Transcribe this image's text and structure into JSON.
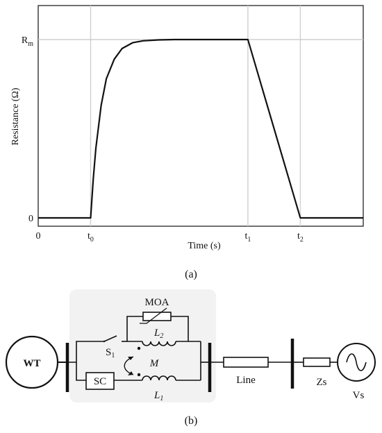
{
  "chart_data": {
    "type": "line",
    "xlabel": "Time (s)",
    "ylabel": "Resistance (Ω)",
    "x_ticks": [
      {
        "label": "0",
        "sub": "",
        "x": 0
      },
      {
        "label": "t",
        "sub": "0",
        "x": 1
      },
      {
        "label": "t",
        "sub": "1",
        "x": 4
      },
      {
        "label": "t",
        "sub": "2",
        "x": 5
      }
    ],
    "y_ticks": [
      {
        "label": "0",
        "sub": "",
        "y": 0
      },
      {
        "label": "R",
        "sub": "m",
        "y": 1
      }
    ],
    "xlim": [
      0,
      6.2
    ],
    "ylim": [
      0,
      1.22
    ],
    "grid": true,
    "series": [
      {
        "x": [
          0,
          1,
          1.05,
          1.1,
          1.2,
          1.3,
          1.45,
          1.6,
          1.8,
          2.0,
          2.3,
          2.6,
          3.0,
          3.5,
          4,
          5,
          6.2
        ],
        "values": [
          0,
          0,
          0.22,
          0.39,
          0.63,
          0.78,
          0.89,
          0.95,
          0.982,
          0.993,
          0.998,
          1,
          1,
          1,
          1,
          0,
          0
        ]
      }
    ]
  },
  "caption_a": "(a)",
  "caption_b": "(b)",
  "circuit": {
    "wt": "WT",
    "moa": "MOA",
    "l2": "L",
    "l2_sub": "2",
    "s1": "S",
    "s1_sub": "1",
    "m": "M",
    "sc": "SC",
    "l1": "L",
    "l1_sub": "1",
    "line": "Line",
    "zs": "Zs",
    "vs": "Vs"
  }
}
